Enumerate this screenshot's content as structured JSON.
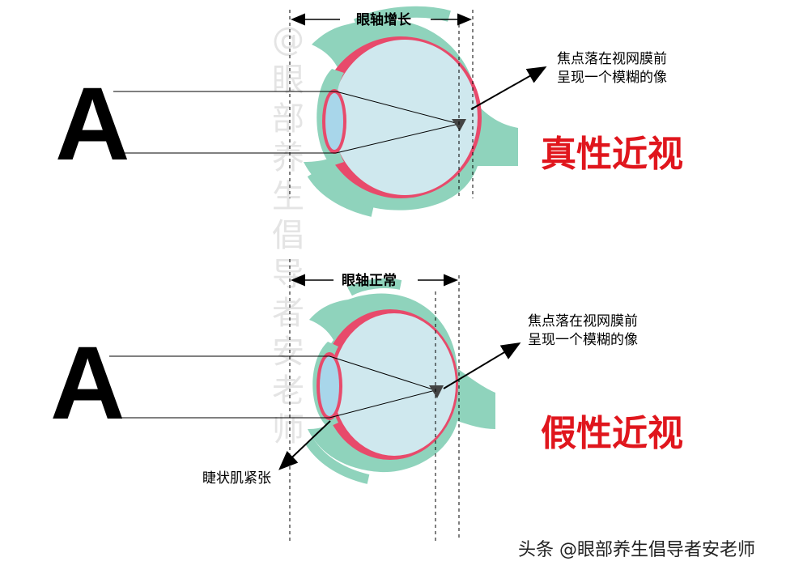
{
  "top_panel": {
    "letter": "A",
    "axis_label": "眼轴增长",
    "note_line1": "焦点落在视网膜前",
    "note_line2": "呈现一个模糊的像",
    "title": "真性近视"
  },
  "bottom_panel": {
    "letter": "A",
    "axis_label": "眼轴正常",
    "note_line1": "焦点落在视网膜前",
    "note_line2": "呈现一个模糊的像",
    "muscle_label": "睫状肌紧张",
    "title": "假性近视"
  },
  "watermark": "@眼部养生倡导者安老师",
  "footer": "头条 @眼部养生倡导者安老师",
  "colors": {
    "sclera": "#8fd3bc",
    "vitreous": "#cfe8ee",
    "choroid": "#e84a6b",
    "lens": "#a8d6ea",
    "title_red": "#e0161d"
  }
}
